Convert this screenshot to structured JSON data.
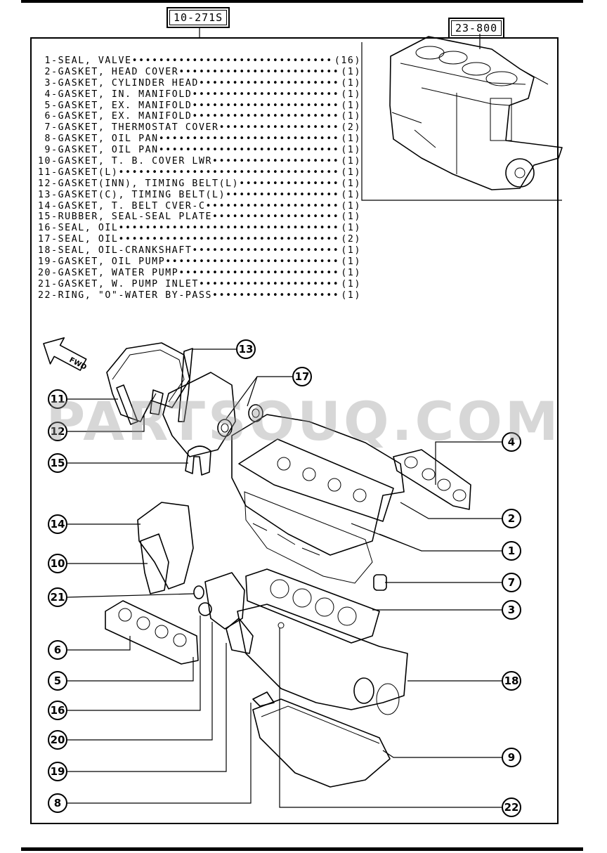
{
  "header": {
    "kit_code": "10-271S",
    "block_code": "23-800"
  },
  "parts_list": [
    {
      "no": "1",
      "name": "SEAL, VALVE",
      "qty": "(16)"
    },
    {
      "no": "2",
      "name": "GASKET, HEAD COVER",
      "qty": "(1)"
    },
    {
      "no": "3",
      "name": "GASKET, CYLINDER HEAD",
      "qty": "(1)"
    },
    {
      "no": "4",
      "name": "GASKET, IN. MANIFOLD",
      "qty": "(1)"
    },
    {
      "no": "5",
      "name": "GASKET, EX. MANIFOLD",
      "qty": "(1)"
    },
    {
      "no": "6",
      "name": "GASKET, EX. MANIFOLD",
      "qty": "(1)"
    },
    {
      "no": "7",
      "name": "GASKET, THERMOSTAT COVER",
      "qty": "(2)"
    },
    {
      "no": "8",
      "name": "GASKET, OIL PAN",
      "qty": "(1)"
    },
    {
      "no": "9",
      "name": "GASKET, OIL PAN",
      "qty": "(1)"
    },
    {
      "no": "10",
      "name": "GASKET, T. B. COVER LWR",
      "qty": "(1)"
    },
    {
      "no": "11",
      "name": "GASKET(L)",
      "qty": "(1)"
    },
    {
      "no": "12",
      "name": "GASKET(INN), TIMING BELT(L)",
      "qty": "(1)"
    },
    {
      "no": "13",
      "name": "GASKET(C), TIMING BELT(L)",
      "qty": "(1)"
    },
    {
      "no": "14",
      "name": "GASKET, T. BELT CVER-C",
      "qty": "(1)"
    },
    {
      "no": "15",
      "name": "RUBBER, SEAL-SEAL PLATE",
      "qty": "(1)"
    },
    {
      "no": "16",
      "name": "SEAL, OIL",
      "qty": "(1)"
    },
    {
      "no": "17",
      "name": "SEAL, OIL",
      "qty": "(2)"
    },
    {
      "no": "18",
      "name": "SEAL, OIL-CRANKSHAFT",
      "qty": "(1)"
    },
    {
      "no": "19",
      "name": "GASKET, OIL PUMP",
      "qty": "(1)"
    },
    {
      "no": "20",
      "name": "GASKET, WATER PUMP",
      "qty": "(1)"
    },
    {
      "no": "21",
      "name": "GASKET, W. PUMP INLET",
      "qty": "(1)"
    },
    {
      "no": "22",
      "name": "RING, \"O\"-WATER BY-PASS",
      "qty": "(1)"
    }
  ],
  "fwd_label": "FWD",
  "watermark": "PARTSOUQ.COM",
  "callouts": {
    "c1": "1",
    "c2": "2",
    "c3": "3",
    "c4": "4",
    "c5": "5",
    "c6": "6",
    "c7": "7",
    "c8": "8",
    "c9": "9",
    "c10": "10",
    "c11": "11",
    "c12": "12",
    "c13": "13",
    "c14": "14",
    "c15": "15",
    "c16": "16",
    "c17": "17",
    "c18": "18",
    "c19": "19",
    "c20": "20",
    "c21": "21",
    "c22": "22"
  },
  "icons": {
    "fwd_arrow": "fwd-arrow-icon"
  }
}
